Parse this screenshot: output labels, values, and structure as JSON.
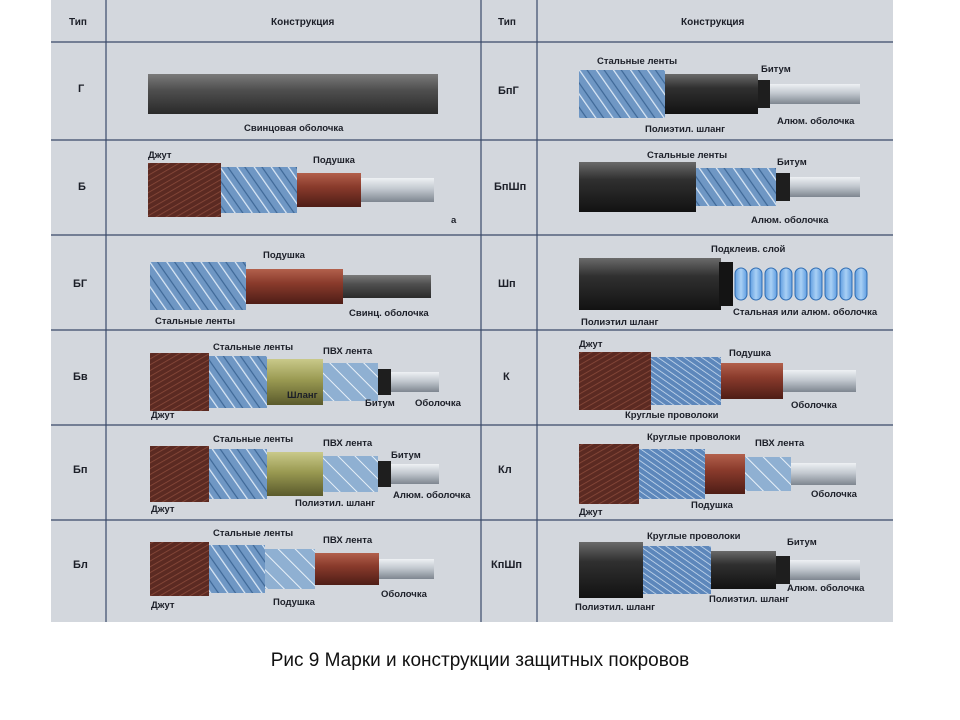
{
  "caption": "Рис 9 Марки и конструкции защитных покровов",
  "headers": {
    "left_type": "Тип",
    "left_construction": "Конструкция",
    "right_type": "Тип",
    "right_construction": "Конструкция"
  },
  "left_rows": [
    {
      "type": "Г",
      "labels": [
        "Свинцовая оболочка"
      ]
    },
    {
      "type": "Б",
      "labels": [
        "Джут",
        "Подушка",
        "а"
      ]
    },
    {
      "type": "БГ",
      "labels": [
        "Подушка",
        "Стальные ленты",
        "Свинц. оболочка"
      ]
    },
    {
      "type": "Бв",
      "labels": [
        "Стальные ленты",
        "ПВХ лента",
        "Джут",
        "Шланг",
        "Битум",
        "Оболочка"
      ]
    },
    {
      "type": "Бп",
      "labels": [
        "Стальные ленты",
        "ПВХ лента",
        "Битум",
        "Джут",
        "Полиэтил. шланг",
        "Алюм. оболочка"
      ]
    },
    {
      "type": "Бл",
      "labels": [
        "Стальные ленты",
        "ПВХ лента",
        "Джут",
        "Подушка",
        "Оболочка"
      ]
    }
  ],
  "right_rows": [
    {
      "type": "БпГ",
      "labels": [
        "Стальные ленты",
        "Битум",
        "Полиэтил. шланг",
        "Алюм. оболочка"
      ]
    },
    {
      "type": "БпШп",
      "labels": [
        "Стальные ленты",
        "Битум",
        "Алюм. оболочка"
      ]
    },
    {
      "type": "Шп",
      "labels": [
        "Подклеив. слой",
        "Полиэтил шланг",
        "Стальная или алюм. оболочка"
      ]
    },
    {
      "type": "К",
      "labels": [
        "Джут",
        "Подушка",
        "Круглые проволоки",
        "Оболочка"
      ]
    },
    {
      "type": "Кл",
      "labels": [
        "Круглые проволоки",
        "ПВХ лента",
        "Джут",
        "Подушка",
        "Оболочка"
      ]
    },
    {
      "type": "КпШп",
      "labels": [
        "Круглые проволоки",
        "Битум",
        "Полиэтил. шланг",
        "Полиэтил. шланг",
        "Алюм. оболочка"
      ]
    }
  ],
  "colors": {
    "background": "#d3d7dd",
    "grid_line": "#3a4a6a",
    "jute": "#5a2a22",
    "steel_tape": "#6f97c4",
    "cushion": "#8a3b2c",
    "pvc_tape": "#8fb0d2",
    "hose_black": "#222222",
    "sheath": "#c8cdd4",
    "lead": "#4d4d4d",
    "shlang_olive": "#9a9a52"
  }
}
